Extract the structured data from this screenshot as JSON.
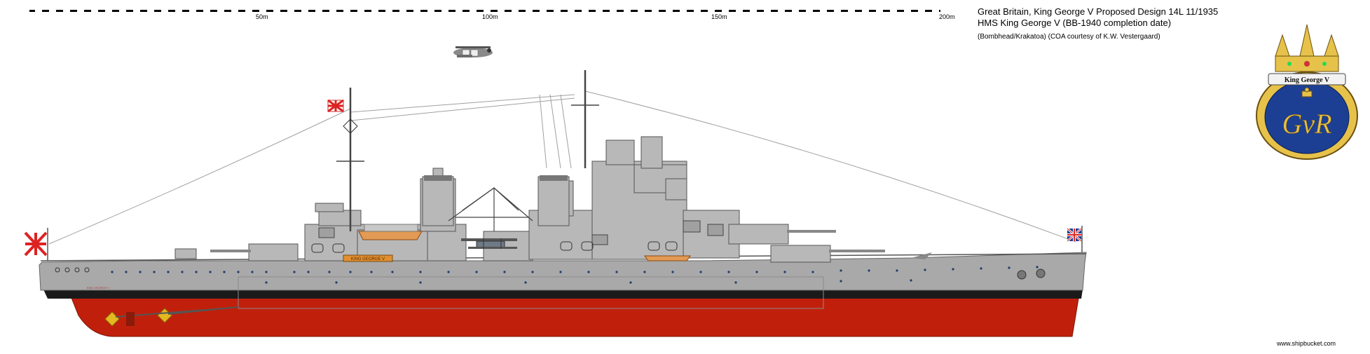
{
  "scale_bar": {
    "labels": [
      "50m",
      "100m",
      "150m",
      "200m"
    ]
  },
  "title": {
    "line1": "Great Britain, King George V Proposed Design 14L 11/1935",
    "line2": "HMS King George V (BB-1940 completion date)",
    "line3": "(Bombhead/Krakatoa) (COA courtesy of K.W. Vestergaard)"
  },
  "crest": {
    "motto": "King George V",
    "cipher": "GvR"
  },
  "hull": {
    "nameplate": "KING GEORGE V",
    "stern_name": "KING GEORGE V"
  },
  "credit": "www.shipbucket.com",
  "colors": {
    "hull_grey": "#a9a9a9",
    "superstructure_grey": "#b8b8b8",
    "antifouling_red": "#c0200b",
    "boot_topping": "#1a1a1a",
    "crest_blue": "#1c3f94",
    "crest_gold": "#e6c24a"
  }
}
